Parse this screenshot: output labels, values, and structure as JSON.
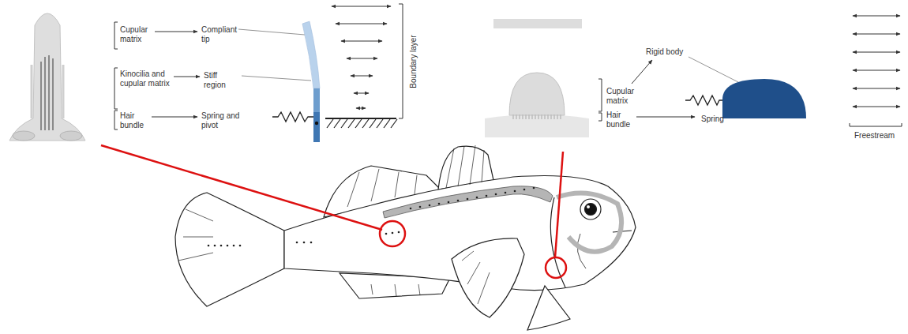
{
  "diagram": {
    "labels": [
      "Cupular matrix",
      "Compliant tip",
      "Kinocilia and cupular matrix",
      "Stiff region",
      "Hair bundle",
      "Spring and pivot",
      "Boundary layer",
      "Cupular matrix",
      "Rigid body",
      "Hair bundle",
      "Spring",
      "Freestream"
    ]
  }
}
